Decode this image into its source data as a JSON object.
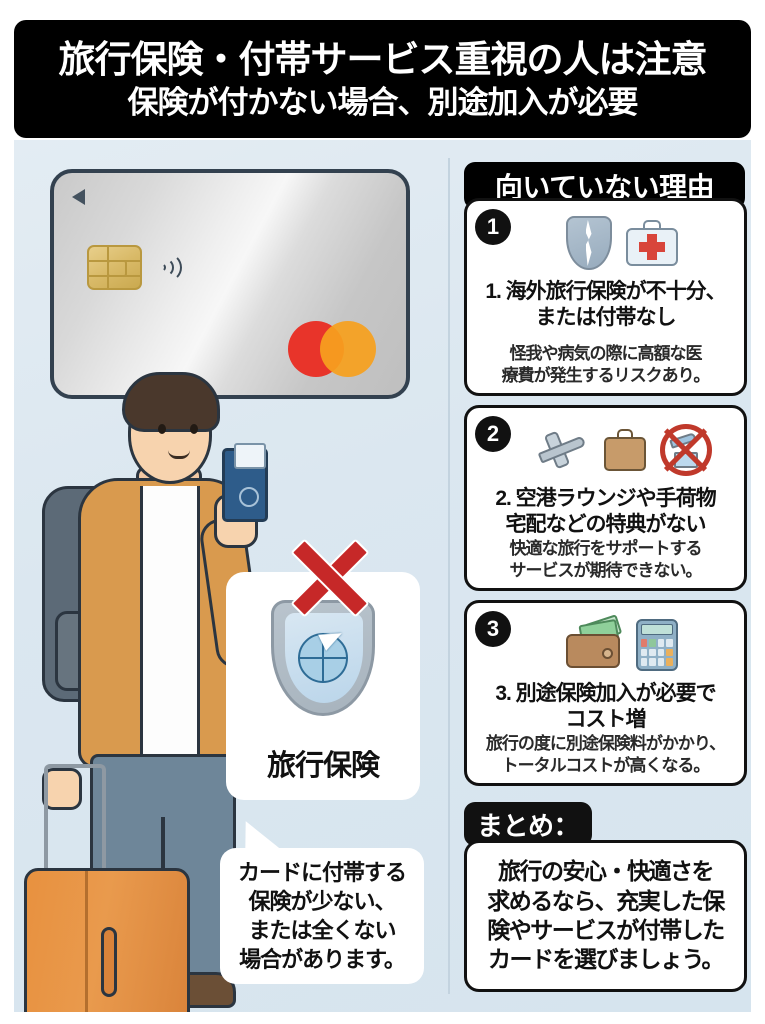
{
  "header": {
    "line1": "旅行保険・付帯サービス重視の人は注意",
    "line2": "保険が付かない場合、別途加入が必要"
  },
  "illustration": {
    "card": {
      "chip_icon": "emv-chip-icon",
      "contactless_icon": "contactless-icon",
      "brand_icon": "mastercard-logo",
      "arrow_icon": "triangle-left-icon"
    },
    "person": {
      "backpack_icon": "backpack-icon",
      "passport_icon": "passport-icon",
      "suitcase_icon": "rolling-suitcase-icon"
    },
    "cross_icon": "red-x-icon",
    "insurance_badge": {
      "shield_icon": "travel-shield-globe-plane-icon",
      "label": "旅行保険"
    },
    "bubble": {
      "lines": [
        "カードに付帯する",
        "保険が少ない、",
        "または全くない",
        "場合があります。"
      ]
    }
  },
  "reasons": {
    "title": "向いていない理由",
    "items": [
      {
        "badge": "1",
        "icons": [
          "broken-shield-icon",
          "first-aid-kit-icon"
        ],
        "heading_lines": [
          "1. 海外旅行保険が不十分、",
          "または付帯なし"
        ],
        "sub_lines": [
          "怪我や病気の際に高額な医",
          "療費が発生するリスクあり。"
        ]
      },
      {
        "badge": "2",
        "icons": [
          "airplane-icon",
          "suitcase-icon",
          "no-lounge-icon"
        ],
        "heading_lines": [
          "2. 空港ラウンジや手荷物",
          "宅配などの特典がない"
        ],
        "sub_lines": [
          "快適な旅行をサポートする",
          "サービスが期待できない。"
        ]
      },
      {
        "badge": "3",
        "icons": [
          "wallet-cash-icon",
          "calculator-icon"
        ],
        "heading_lines": [
          "3. 別途保険加入が必要で",
          "コスト増"
        ],
        "sub_lines": [
          "旅行の度に別途保険料がかかり、",
          "トータルコストが高くなる。"
        ]
      }
    ]
  },
  "summary": {
    "title": "まとめ：",
    "lines": [
      "旅行の安心・快適さを",
      "求めるなら、充実した保",
      "険やサービスが付帯した",
      "カードを選びましょう。"
    ]
  },
  "colors": {
    "header_bg": "#000000",
    "header_text": "#ffffff",
    "panel_bg": "#dbe7f0",
    "card_border": "#111111",
    "accent_red": "#c62828",
    "mastercard_red": "#e8342a",
    "mastercard_yellow": "#f6a01e",
    "jacket": "#d99a4e",
    "jeans": "#6e8699",
    "suitcase": "#e8913f"
  }
}
